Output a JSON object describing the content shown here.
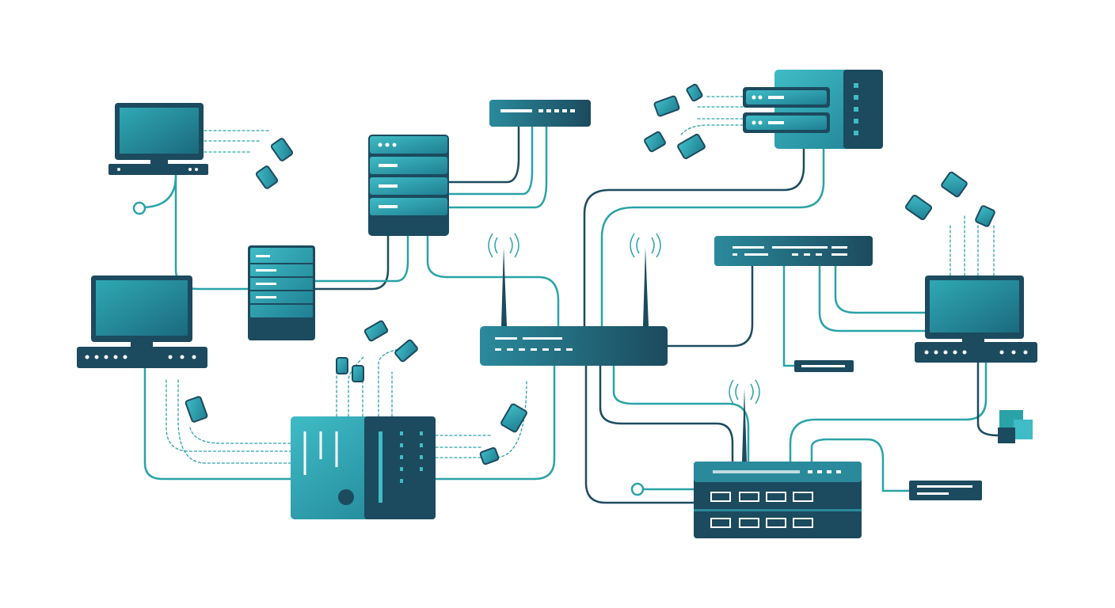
{
  "colors": {
    "background": "#ffffff",
    "navy": "#1c4a5e",
    "teal": "#2a9aa8",
    "light_teal": "#3fbcc6",
    "cable_teal": "#2aa3a8",
    "cable_dark": "#1d4c60"
  },
  "devices": [
    {
      "type": "monitor",
      "icon": "desktop-icon"
    },
    {
      "type": "server-tower",
      "icon": "server-icon"
    },
    {
      "type": "switch",
      "icon": "switch-icon"
    },
    {
      "type": "server-rack",
      "icon": "rack-icon"
    },
    {
      "type": "small-server",
      "icon": "server-icon"
    },
    {
      "type": "monitor",
      "icon": "desktop-icon"
    },
    {
      "type": "wireless-router",
      "icon": "router-icon"
    },
    {
      "type": "switch",
      "icon": "switch-icon"
    },
    {
      "type": "monitor",
      "icon": "desktop-icon"
    },
    {
      "type": "patch-panel",
      "icon": "patch-panel-icon"
    },
    {
      "type": "switch",
      "icon": "switch-icon"
    }
  ]
}
